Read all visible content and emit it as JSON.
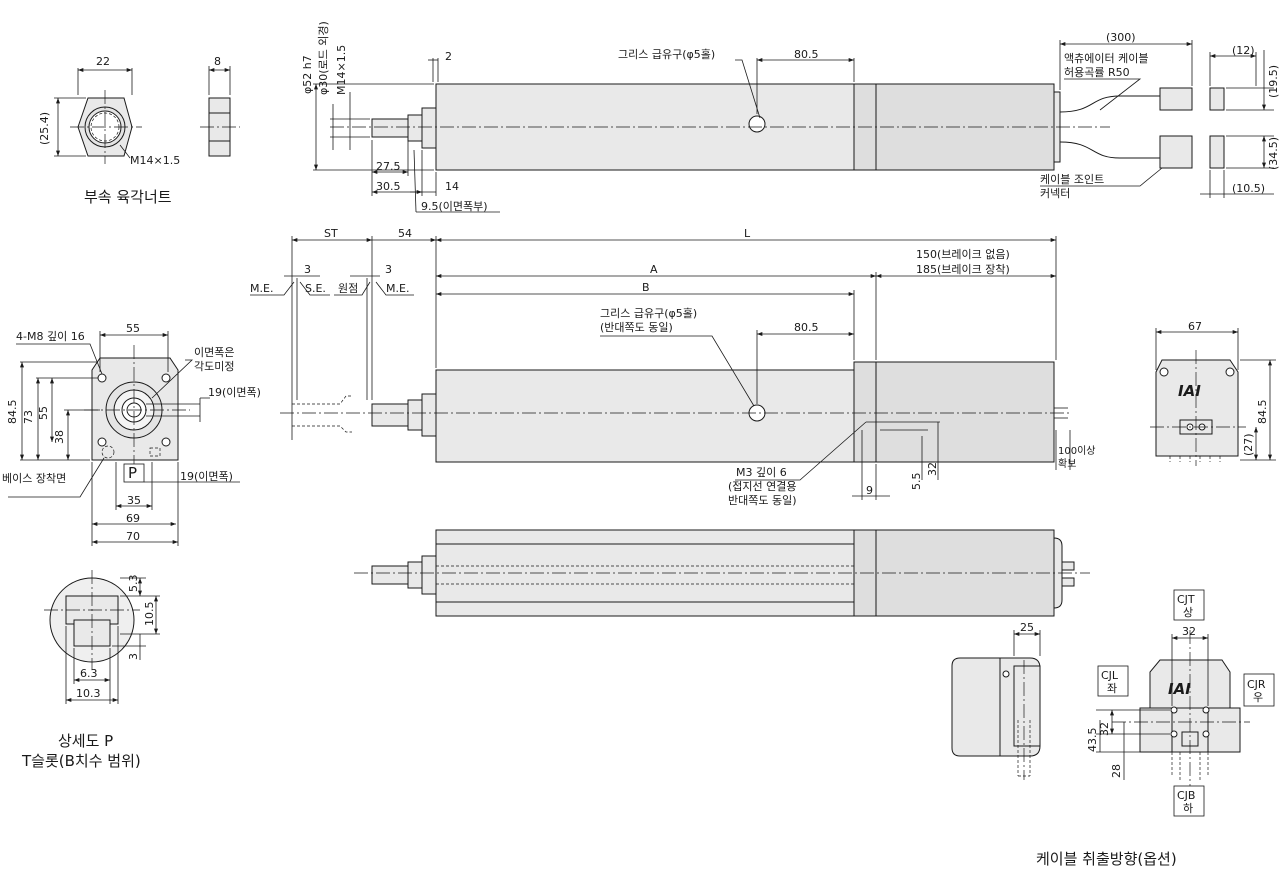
{
  "nut": {
    "width": "22",
    "thickness": "8",
    "across_corners": "(25.4)",
    "thread": "M14×1.5",
    "caption": "부속 육각너트"
  },
  "top_view": {
    "d52": "φ52 h7",
    "d30": "φ30(로드 외경)",
    "m14": "M14×1.5",
    "dim_2": "2",
    "dim_275": "27.5",
    "dim_305": "30.5",
    "dim_14": "14",
    "dim_95": "9.5(이면폭부)",
    "grease": "그리스 급유구(φ5홀)",
    "dim_805": "80.5",
    "cable_300": "(300)",
    "cable_bend": "액츄에이터 케이블",
    "cable_bend2": "허용곡률 R50",
    "joint": "케이블 조인트",
    "joint2": "커넥터",
    "c12": "(12)",
    "c195": "(19.5)",
    "c345": "(34.5)",
    "c105": "(10.5)"
  },
  "side_view": {
    "st": "ST",
    "d54": "54",
    "l": "L",
    "me": "M.E.",
    "se": "S.E.",
    "origin": "원점",
    "d3": "3",
    "a": "A",
    "b": "B",
    "brake_none": "150(브레이크 없음)",
    "brake_with": "185(브레이크 장착)",
    "grease": "그리스 급유구(φ5홀)",
    "grease2": "(반대쪽도 동일)",
    "dim_805": "80.5",
    "m3": "M3 깊이 6",
    "m3b": "(접지선 연결용",
    "m3c": "반대쪽도 동일)",
    "d9": "9",
    "d55": "5.5",
    "d32": "32",
    "min100": "100이상",
    "min100b": "확보"
  },
  "front_view": {
    "holes": "4-M8 깊이 16",
    "d55": "55",
    "angle": "이면폭은",
    "angle2": "각도미정",
    "d845": "84.5",
    "d73": "73",
    "d55v": "55",
    "d38": "38",
    "d19a": "19(이면폭)",
    "d19b": "19(이면폭)",
    "base": "베이스 장착면",
    "p": "P",
    "d35": "35",
    "d69": "69",
    "d70": "70"
  },
  "rear_view": {
    "d67": "67",
    "d845": "84.5",
    "d27": "(27)",
    "logo": "IAI"
  },
  "detail_p": {
    "d53": "5.3",
    "d105": "10.5",
    "d3": "3",
    "d63": "6.3",
    "d103": "10.3",
    "caption": "상세도 P",
    "caption2": "T슬롯(B치수 범위)"
  },
  "cable_options": {
    "d25": "25",
    "d32": "32",
    "d435": "43.5",
    "d32v": "32",
    "d28": "28",
    "cjt": "CJT",
    "cjt2": "상",
    "cjl": "CJL",
    "cjl2": "좌",
    "cjr": "CJR",
    "cjr2": "우",
    "cjb": "CJB",
    "cjb2": "하",
    "logo": "IAI",
    "caption": "케이블 취출방향(옵션)"
  }
}
